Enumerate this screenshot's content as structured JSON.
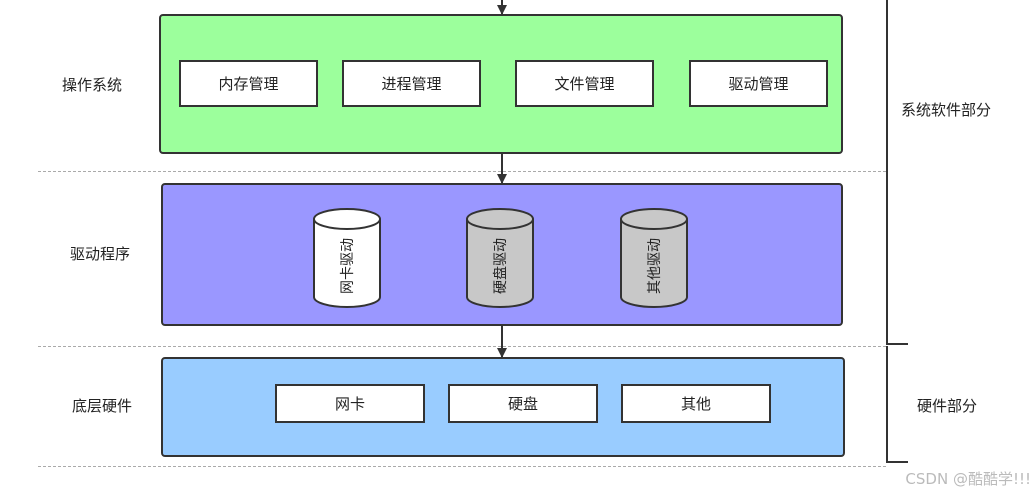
{
  "colors": {
    "os_panel": "#9cff9c",
    "driver_panel": "#9a97ff",
    "hardware_panel": "#99ccff",
    "cylinder_white": "#ffffff",
    "cylinder_gray": "#c8c8c8",
    "outline": "#333333"
  },
  "layers": {
    "os": {
      "label": "操作系统",
      "modules": [
        "内存管理",
        "进程管理",
        "文件管理",
        "驱动管理"
      ]
    },
    "drivers": {
      "label": "驱动程序",
      "items": [
        "网卡驱动",
        "硬盘驱动",
        "其他驱动"
      ]
    },
    "hardware": {
      "label": "底层硬件",
      "items": [
        "网卡",
        "硬盘",
        "其他"
      ]
    }
  },
  "groups": {
    "software": "系统软件部分",
    "hardware": "硬件部分"
  },
  "watermark": "CSDN @酷酷学!!!"
}
